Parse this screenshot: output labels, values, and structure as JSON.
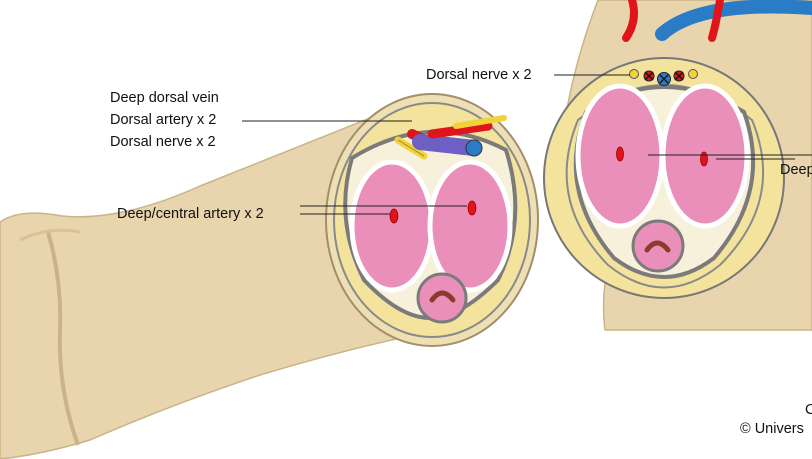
{
  "labels": {
    "deep_dorsal_vein": "Deep dorsal vein",
    "dorsal_artery": "Dorsal artery x 2",
    "dorsal_nerve_left": "Dorsal nerve x 2",
    "deep_central_artery": "Deep/central artery x 2",
    "dorsal_nerve_right": "Dorsal nerve x 2",
    "deep_cut": "Deep",
    "copyright_partial": "© Univers",
    "corner_partial": "C"
  },
  "colors": {
    "skin": "#e8d5ad",
    "skin_edge": "#c9b489",
    "fascia_yellow": "#f3e39c",
    "tunica_grey": "#7b7b7b",
    "erectile_pink": "#e98fb9",
    "artery_red": "#e0151b",
    "vein_blue": "#2a7cc7",
    "vein_purple": "#6e5fc4",
    "nerve_yellow": "#f2d23a",
    "urethra_brown": "#8a3b2a"
  }
}
